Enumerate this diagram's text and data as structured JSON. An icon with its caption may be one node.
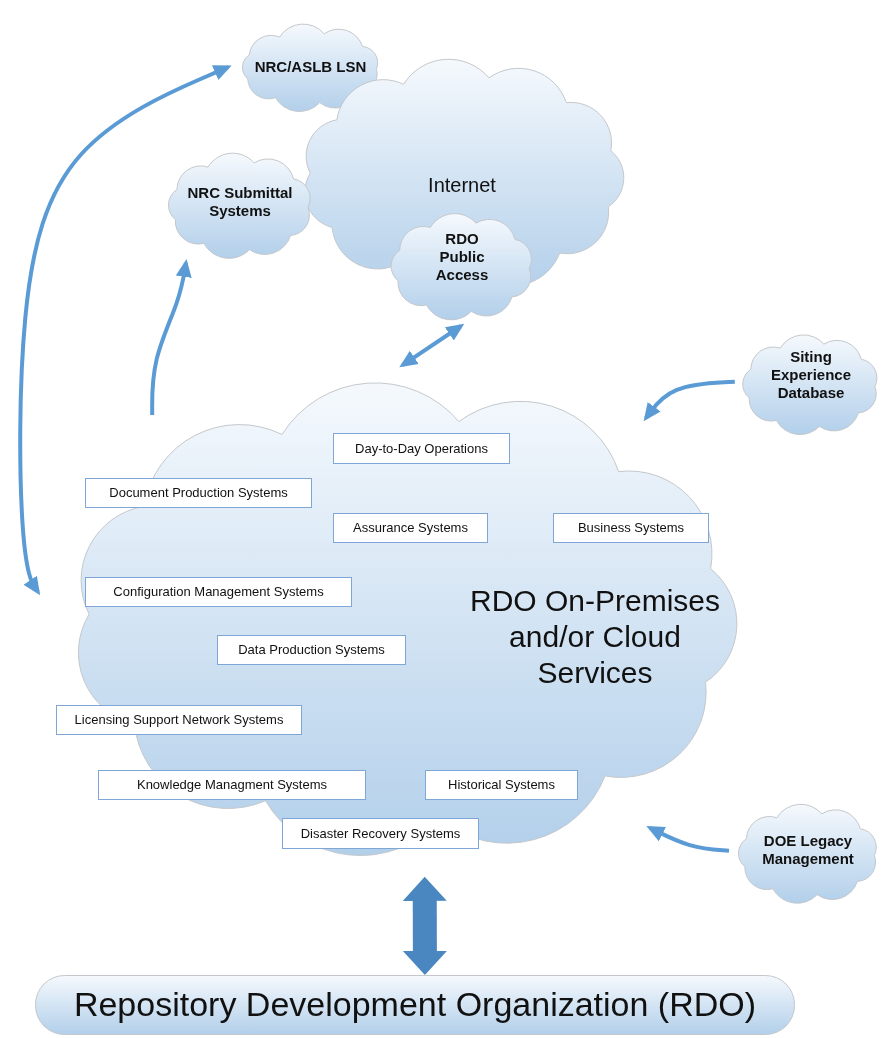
{
  "diagram": {
    "nodes": [
      {
        "text": [
          "NRC/ASLB LSN"
        ]
      },
      {
        "text": [
          "Internet"
        ]
      },
      {
        "text": [
          "NRC Submittal Systems"
        ]
      },
      {
        "text": [
          "RDO Public Access"
        ]
      },
      {
        "text": [
          "Siting Experience Database"
        ]
      },
      {
        "text": [
          "RDO On-Premises and/or Cloud Services"
        ]
      },
      {
        "text": [
          "Day-to-Day Operations"
        ],
        "in": 5
      },
      {
        "text": [
          "Document Production Systems"
        ],
        "in": 5
      },
      {
        "text": [
          "Assurance Systems"
        ],
        "in": 5
      },
      {
        "text": [
          "Business Systems"
        ],
        "in": 5
      },
      {
        "text": [
          "Configuration Management Systems"
        ],
        "in": 5
      },
      {
        "text": [
          "Data Production Systems"
        ],
        "in": 5
      },
      {
        "text": [
          "Licensing Support Network Systems"
        ],
        "in": 5
      },
      {
        "text": [
          "Knowledge Managment Systems"
        ],
        "in": 5
      },
      {
        "text": [
          "Historical Systems"
        ],
        "in": 5
      },
      {
        "text": [
          "Disaster Recovery Systems"
        ],
        "in": 5
      },
      {
        "text": [
          "DOE Legacy Management"
        ]
      },
      {
        "text": [
          "Repository Development Organization (RDO)"
        ]
      }
    ],
    "edges": [
      {
        "from": 5,
        "to": 0,
        "arrow": "both"
      },
      {
        "from": 5,
        "to": 2,
        "arrow": "to"
      },
      {
        "from": 5,
        "to": 3,
        "arrow": "both"
      },
      {
        "from": 4,
        "to": 5,
        "arrow": "to"
      },
      {
        "from": 16,
        "to": 5,
        "arrow": "to"
      },
      {
        "from": 5,
        "to": 17,
        "arrow": "both",
        "style": "thick",
        "color": "#4a86c0"
      }
    ]
  }
}
